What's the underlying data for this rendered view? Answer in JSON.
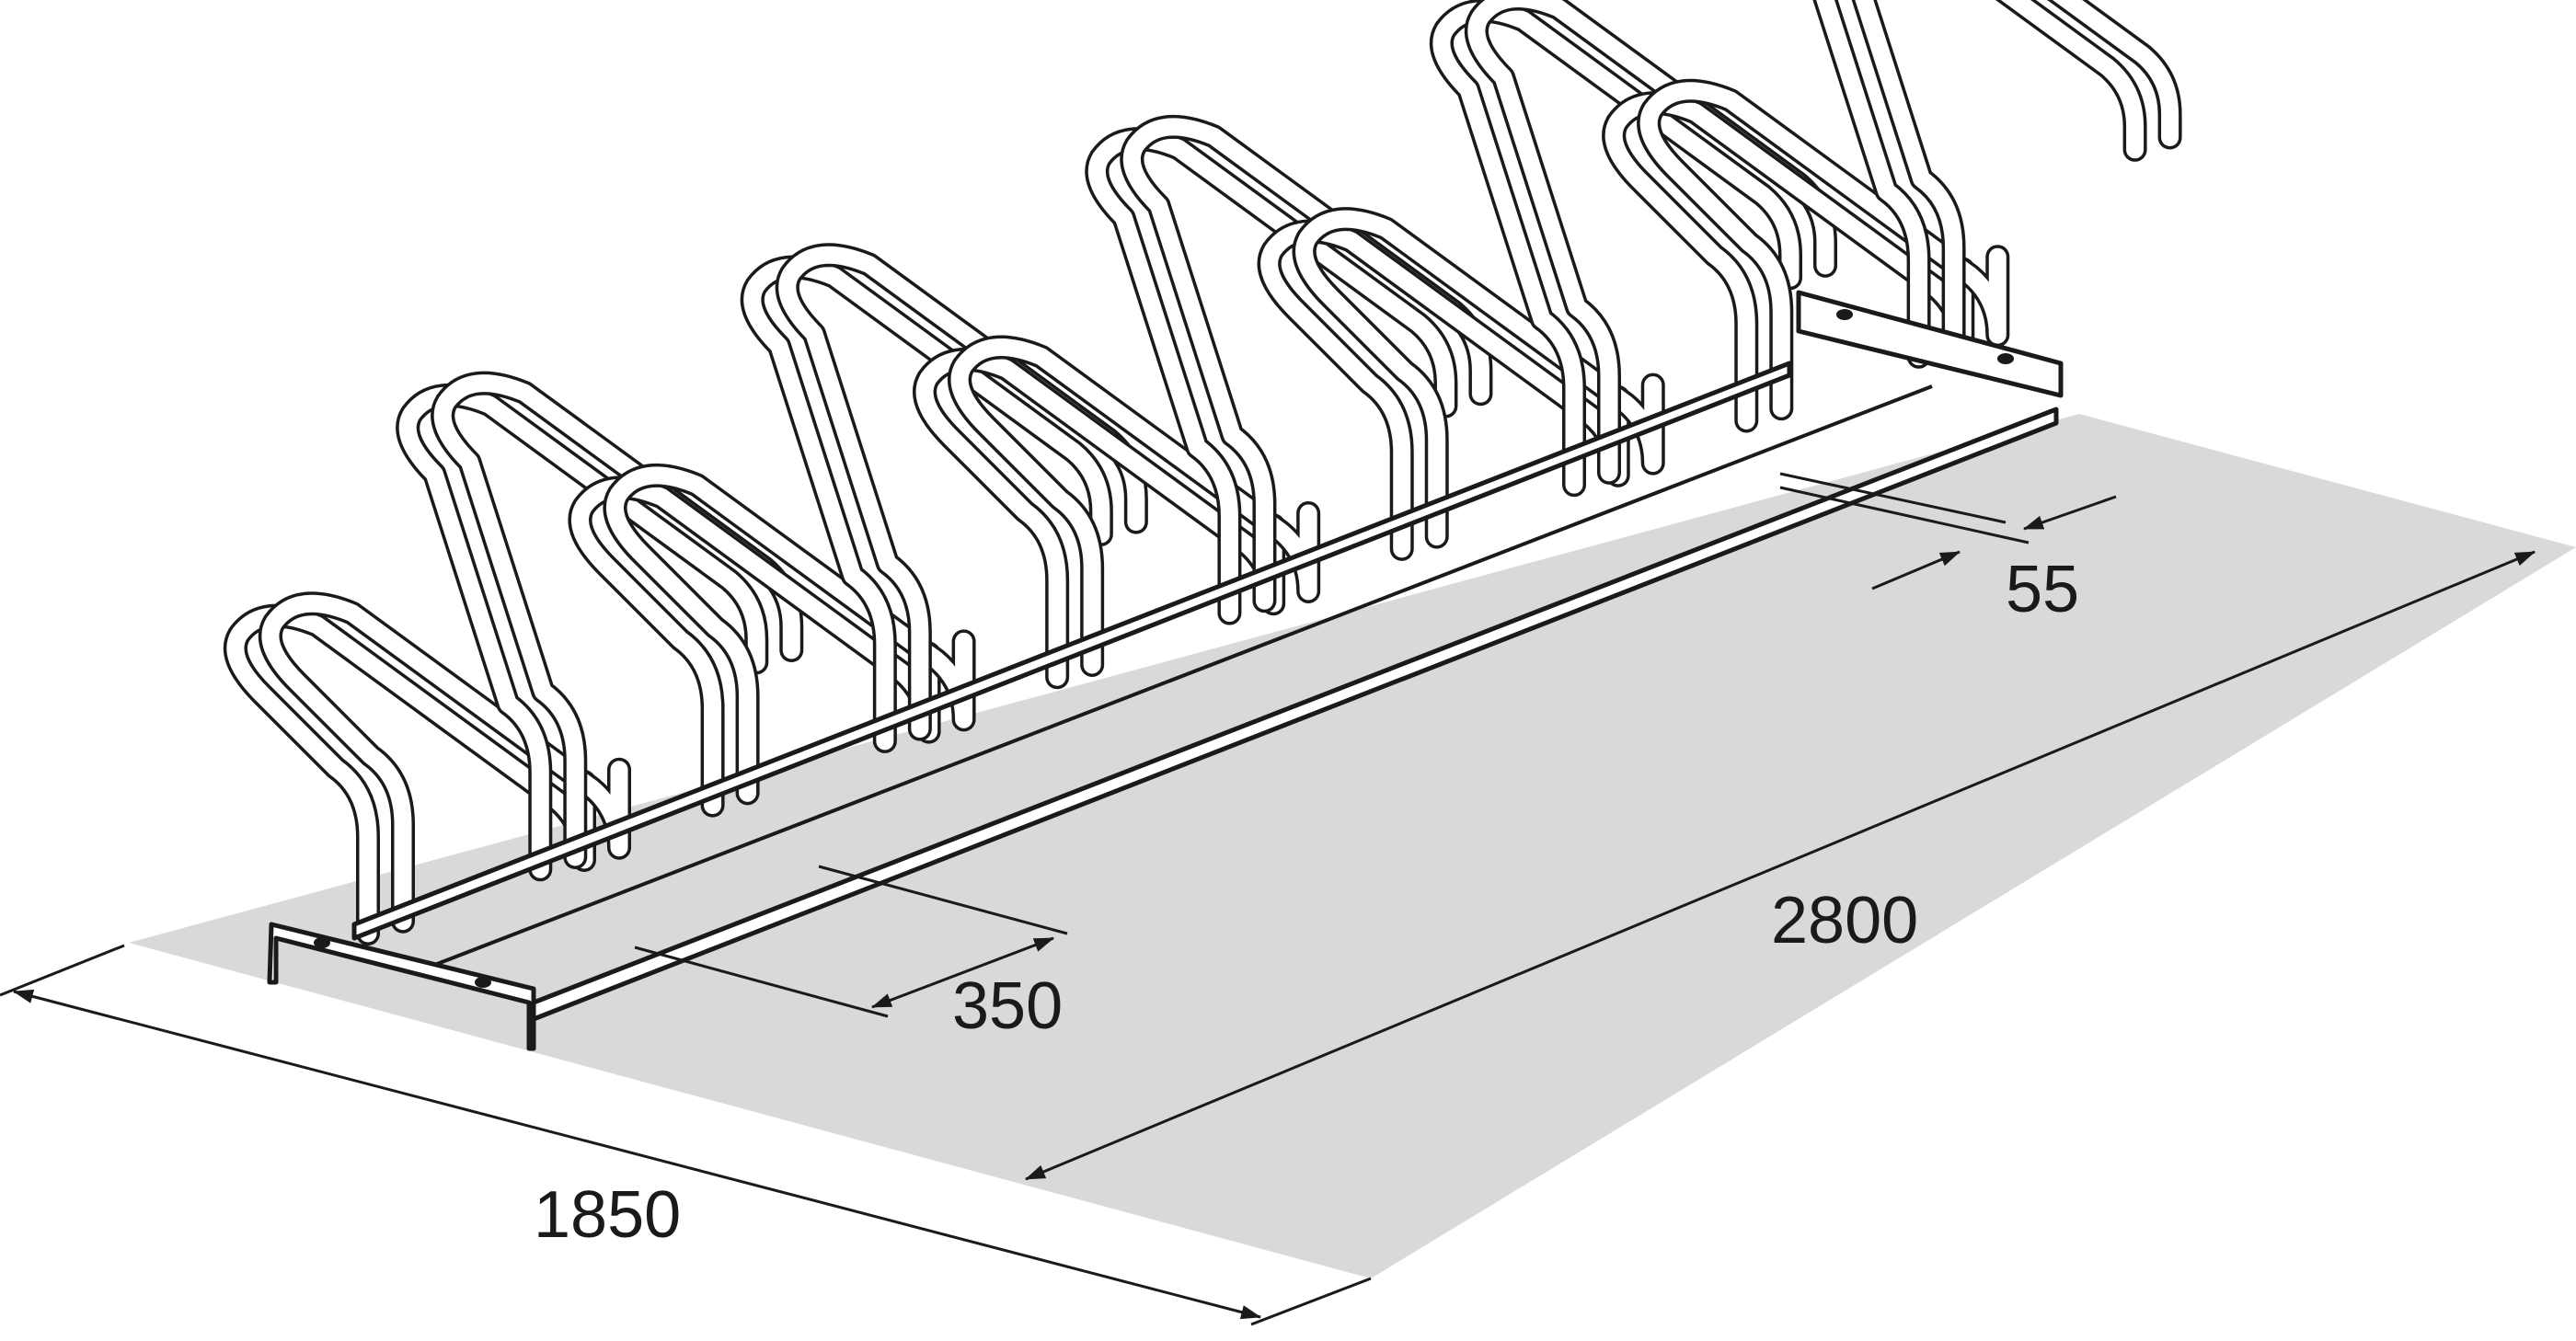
{
  "dimensions": {
    "width_label": "1850",
    "length_label": "2800",
    "spacing_label": "350",
    "offset_label": "55"
  },
  "rack": {
    "stands": 10,
    "pattern": "alternating high-low"
  },
  "colors": {
    "floor": "#d9d9d9",
    "line": "#1a1a1a",
    "background": "#ffffff"
  }
}
